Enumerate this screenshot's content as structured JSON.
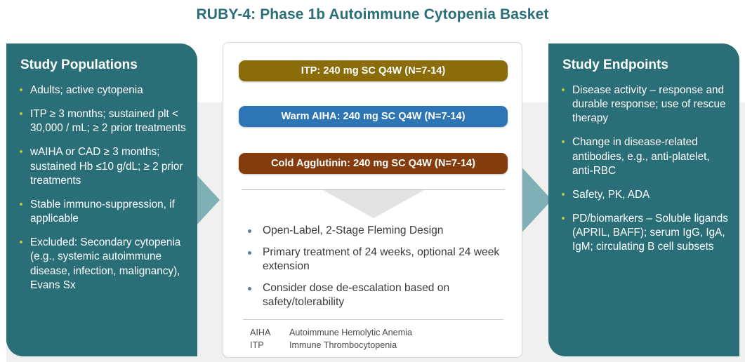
{
  "title": "RUBY-4: Phase 1b Autoimmune Cytopenia Basket",
  "colors": {
    "teal": "#2a6e78",
    "bullet_green": "#b5c73b",
    "cohort_itp": "#8a6d0a",
    "cohort_waiha": "#2e75b6",
    "cohort_cad": "#843c0c",
    "card_border": "#d6d6d6",
    "band_grey": "#f0f0f0"
  },
  "left_panel": {
    "heading": "Study Populations",
    "items": [
      "Adults; active cytopenia",
      "ITP ≥ 3 months; sustained plt < 30,000 / mL; ≥ 2 prior treatments",
      "wAIHA or CAD ≥ 3 months; sustained Hb ≤10 g/dL; ≥ 2 prior treatments",
      "Stable immuno-suppression, if applicable",
      "Excluded: Secondary cytopenia (e.g., systemic autoimmune disease,  infection, malignancy), Evans Sx"
    ]
  },
  "center": {
    "cohorts": [
      {
        "label": "ITP: 240 mg SC Q4W (N=7-14)",
        "color": "#8a6d0a"
      },
      {
        "label": "Warm AIHA: 240 mg SC Q4W (N=7-14)",
        "color": "#2e75b6"
      },
      {
        "label": "Cold Agglutinin: 240 mg SC Q4W (N=7-14)",
        "color": "#843c0c"
      }
    ],
    "design_points": [
      "Open-Label, 2-Stage Fleming Design",
      "Primary treatment of 24 weeks, optional 24 week extension",
      "Consider dose de-escalation based on safety/tolerability"
    ],
    "abbreviations": [
      {
        "abbr": "AIHA",
        "definition": "Autoimmune Hemolytic Anemia"
      },
      {
        "abbr": "ITP",
        "definition": "Immune Thrombocytopenia"
      }
    ]
  },
  "right_panel": {
    "heading": "Study Endpoints",
    "items": [
      "Disease activity – response and durable response; use of rescue therapy",
      "Change in disease-related antibodies, e.g., anti-platelet, anti-RBC",
      "Safety, PK, ADA",
      "PD/biomarkers – Soluble ligands (APRIL, BAFF); serum IgG, IgA, IgM; circulating B cell subsets"
    ]
  }
}
